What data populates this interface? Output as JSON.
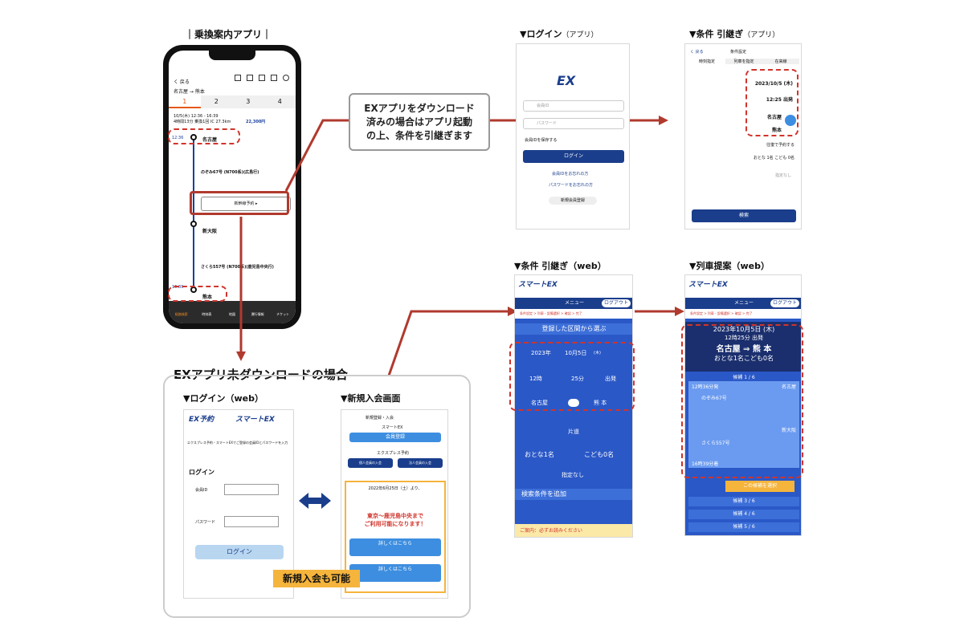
{
  "labels": {
    "app_title": "｜乗換案内アプリ｜",
    "login_app": "▼ログイン",
    "login_app_paren": "（アプリ）",
    "cond_app": "▼条件 引継ぎ",
    "cond_app_paren": "（アプリ）",
    "cond_web": "▼条件 引継ぎ（web）",
    "train_web": "▼列車提案（web）",
    "no_app_heading": "EXアプリ未ダウンロードの場合",
    "login_web": "▼ログイン（web）",
    "signup_web": "▼新規入会画面",
    "callout_line1": "EXアプリをダウンロード",
    "callout_line2": "済みの場合はアプリ起動",
    "callout_line3": "の上、条件を引継ぎます",
    "signup_possible": "新規入会も可能"
  },
  "phone": {
    "back": "く 戻る",
    "route": "名古屋 → 熊本",
    "tabs": [
      "1",
      "2",
      "3",
      "4"
    ],
    "summary": "10/5(木) 12:36 - 16:39",
    "summary2": "4時間13分 乗換1回 IC 27.3km",
    "fare": "22,300円",
    "times": [
      "12:36",
      "16:39"
    ],
    "stations": [
      "名古屋",
      "新大阪",
      "熊本"
    ],
    "train1": "のぞみ67号 (N700系)(広島行)",
    "train2": "さくら557号 (N700系)(鹿児島中央行)",
    "ex_button": "新幹線予約 ▸",
    "nav": [
      "経路検索",
      "時刻表",
      "地図",
      "運行情報",
      "チケット"
    ]
  },
  "login_app": {
    "logo": "EX",
    "id_placeholder": "会員ID",
    "pw_placeholder": "パスワード",
    "remember": "会員IDを保存する",
    "login_button": "ログイン",
    "forgot_id": "会員IDをお忘れの方",
    "forgot_pw": "パスワードをお忘れの方",
    "signup": "新規会員登録"
  },
  "cond_app": {
    "back": "く 戻る",
    "title": "条件設定",
    "tabs": [
      "時刻指定",
      "列車を指定",
      "在来線"
    ],
    "date": "2023/10/5 (木)",
    "time": "12:25 出発",
    "from": "名古屋",
    "to": "熊本",
    "return": "往復で予約する",
    "persons": "おとな 1名  こども 0名",
    "seat": "指定なし",
    "search": "検索"
  },
  "cond_web": {
    "logo": "スマートEX",
    "menu": "メニュー",
    "logout": "ログアウト",
    "breadcrumb": "条件設定 > 列車・設備選択 > 確認 > 完了",
    "registered": "登録した区間から選ぶ",
    "year": "2023年",
    "date": "10月5日",
    "day": "(木)",
    "hour": "12時",
    "minute": "25分",
    "dep": "出発",
    "from": "名古屋",
    "to": "熊 本",
    "trip": "片道",
    "adult": "おとな1名",
    "child": "こども0名",
    "seat": "指定なし",
    "more": "検索条件を追加",
    "notice": "ご案内：必ずお読みください"
  },
  "train_web": {
    "logo": "スマートEX",
    "menu": "メニュー",
    "logout": "ログアウト",
    "breadcrumb": "条件設定 > 列車・設備選択 > 確認 > 完了",
    "date": "2023年10月5日 (木)",
    "time": "12時25分 出発",
    "route": "名古屋 ⇒ 熊 本",
    "persons": "おとな1名こども0名",
    "candidate1": "候補 1 / 6",
    "dep_time": "12時36分発",
    "from": "名古屋",
    "train1": "のぞみ67号",
    "mid": "新大阪",
    "train2": "さくら557号",
    "arr_time": "16時39分着",
    "select": "この候補を選択",
    "candidates": [
      "候補 3 / 6",
      "候補 4 / 6",
      "候補 5 / 6"
    ]
  },
  "login_web": {
    "logo1": "EX予約",
    "logo2": "スマートEX",
    "desc": "エクスプレス予約・スマートEXでご登録の会員IDとパスワードを入力",
    "title": "ログイン",
    "id_label": "会員ID",
    "pw_label": "パスワード",
    "button": "ログイン"
  },
  "signup_web": {
    "header": "新規登録・入会",
    "smart_ex": "スマートEX",
    "smart_btn": "会員登録",
    "ex": "エクスプレス予約",
    "btn_personal": "個人会員の入会",
    "btn_corp": "法人会員の入会",
    "date_note": "2022年6月25日（土）より、",
    "headline1": "東京～鹿児島中央まで",
    "headline2": "ご利用可能になります！",
    "detail": "詳しくはこちら",
    "detail2": "詳しくはこちら"
  }
}
